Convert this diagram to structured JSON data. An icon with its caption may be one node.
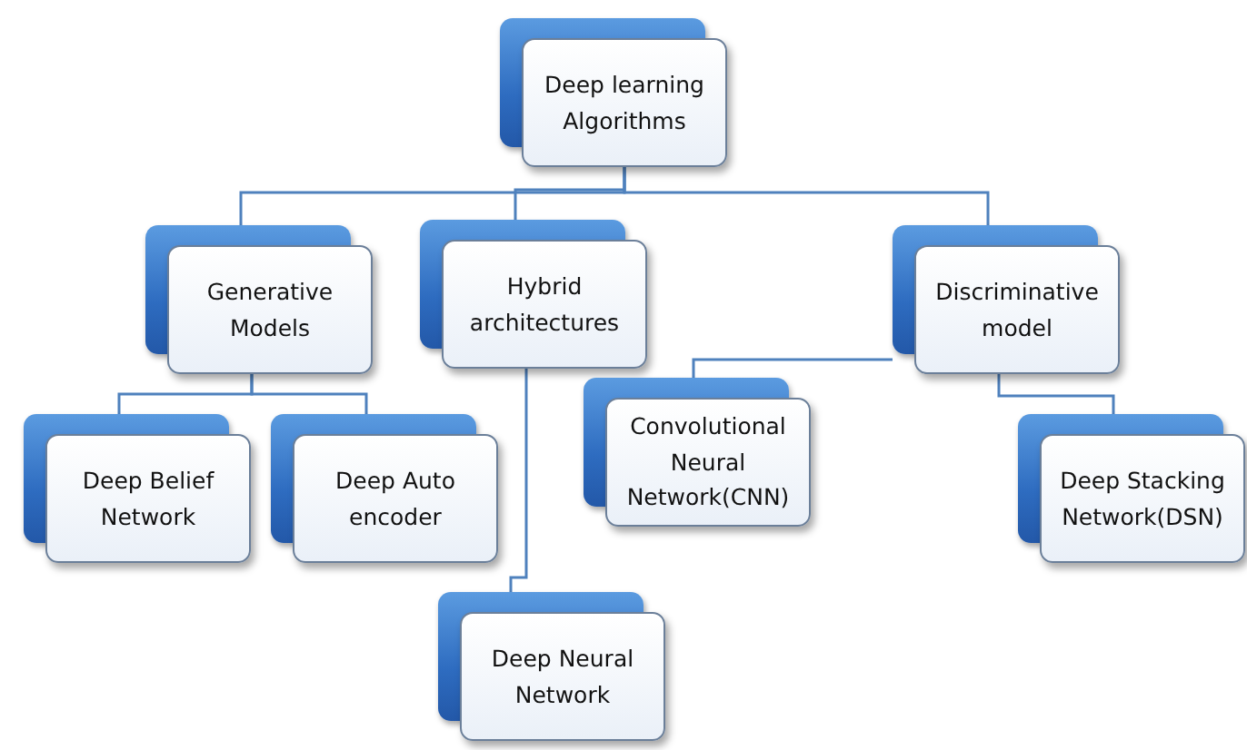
{
  "diagram": {
    "nodes": [
      {
        "text": [
          "Deep learning Algorithms"
        ]
      },
      {
        "text": [
          "Generative Models"
        ]
      },
      {
        "text": [
          "Hybrid architectures"
        ]
      },
      {
        "text": [
          "Discriminative model"
        ]
      },
      {
        "text": [
          "Deep Belief Network"
        ]
      },
      {
        "text": [
          "Deep Auto encoder"
        ]
      },
      {
        "text": [
          "Convolutional Neural Network(CNN)"
        ]
      },
      {
        "text": [
          "Deep Neural Network"
        ]
      },
      {
        "text": [
          "Deep Stacking Network(DSN)"
        ]
      }
    ],
    "edges": [
      {
        "from": 0,
        "to": 1,
        "arrow": "none"
      },
      {
        "from": 0,
        "to": 2,
        "arrow": "none"
      },
      {
        "from": 0,
        "to": 3,
        "arrow": "none"
      },
      {
        "from": 1,
        "to": 4,
        "arrow": "none"
      },
      {
        "from": 1,
        "to": 5,
        "arrow": "none"
      },
      {
        "from": 2,
        "to": 7,
        "arrow": "none"
      },
      {
        "from": 3,
        "to": 6,
        "arrow": "none"
      },
      {
        "from": 3,
        "to": 8,
        "arrow": "none"
      }
    ]
  }
}
